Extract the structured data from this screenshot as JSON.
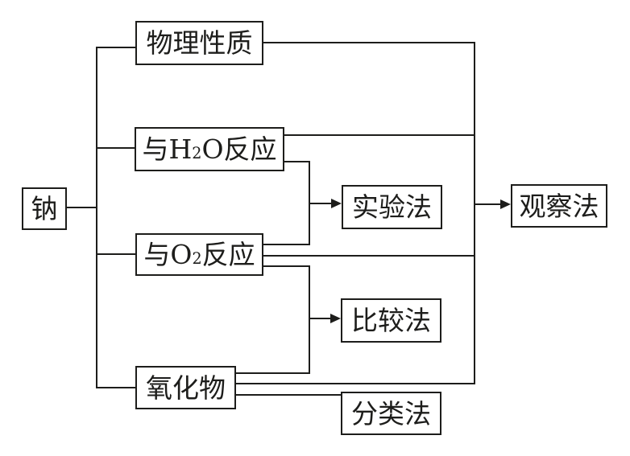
{
  "canvas": {
    "background_color": "#ffffff",
    "line_color": "#1d1d1b"
  },
  "nodes": {
    "na": {
      "label": "钠"
    },
    "physical": {
      "label": "物理性质"
    },
    "h2o": {
      "pre": "与H",
      "sub": "2",
      "post": "O反应"
    },
    "o2": {
      "pre": "与O",
      "sub": "2",
      "post": "反应"
    },
    "oxide": {
      "label": "氧化物"
    },
    "experiment": {
      "label": "实验法"
    },
    "compare": {
      "label": "比较法"
    },
    "classify": {
      "label": "分类法"
    },
    "observe": {
      "label": "观察法"
    }
  },
  "edges": [
    {
      "from": "钠",
      "to": "物理性质",
      "arrow": false
    },
    {
      "from": "钠",
      "to": "与H₂O反应",
      "arrow": false
    },
    {
      "from": "钠",
      "to": "与O₂反应",
      "arrow": false
    },
    {
      "from": "钠",
      "to": "氧化物",
      "arrow": false
    },
    {
      "from": "与H₂O反应",
      "to": "实验法",
      "arrow": true
    },
    {
      "from": "与O₂反应",
      "to": "实验法",
      "arrow": true
    },
    {
      "from": "与O₂反应",
      "to": "比较法",
      "arrow": true
    },
    {
      "from": "氧化物",
      "to": "比较法",
      "arrow": true
    },
    {
      "from": "氧化物",
      "to": "分类法",
      "arrow": false
    },
    {
      "from": "物理性质",
      "to": "观察法",
      "arrow": true
    },
    {
      "from": "与H₂O反应",
      "to": "观察法",
      "arrow": true
    },
    {
      "from": "与O₂反应",
      "to": "观察法",
      "arrow": true
    },
    {
      "from": "氧化物",
      "to": "观察法",
      "arrow": true
    }
  ]
}
